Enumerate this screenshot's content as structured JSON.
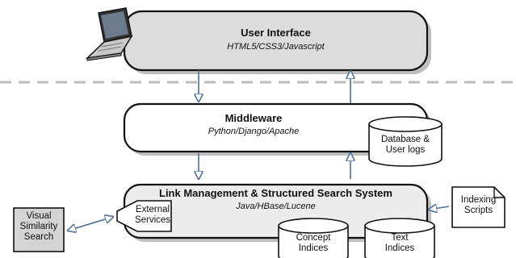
{
  "user_interface": {
    "title": "User Interface",
    "tech": "HTML5/CSS3/Javascript"
  },
  "middleware": {
    "title": "Middleware",
    "tech": "Python/Django/Apache"
  },
  "database": {
    "line1": "Database &",
    "line2": "User logs"
  },
  "link_management": {
    "title": "Link Management & Structured Search System",
    "tech": "Java/HBase/Lucene"
  },
  "external_services": {
    "line1": "External",
    "line2": "Services"
  },
  "visual_similarity": {
    "line1": "Visual",
    "line2": "Similarity",
    "line3": "Search"
  },
  "concept_indices": {
    "line1": "Concept",
    "line2": "Indices"
  },
  "text_indices": {
    "line1": "Text",
    "line2": "Indices"
  },
  "indexing_scripts": {
    "line1": "Indexing",
    "line2": "Scripts"
  },
  "colors": {
    "ui_fill": "#dcdcdc",
    "middleware_fill": "#ffffff",
    "link_fill": "#ececec",
    "visual_fill": "#d4d4d4",
    "stroke": "#111111",
    "arrow_stroke": "#4a6f9a",
    "dashed": "#bbbbbb"
  },
  "icons": {
    "laptop": "laptop-icon"
  }
}
